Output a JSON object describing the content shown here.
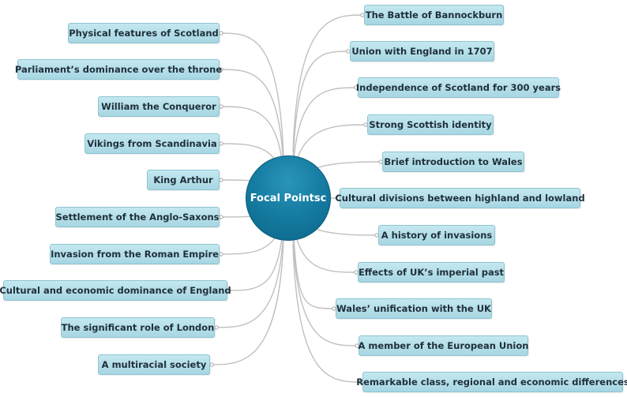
{
  "center": {
    "label": "Focal Pointsc"
  },
  "left_topics": [
    {
      "label": "Physical features of Scotland"
    },
    {
      "label": "Parliament’s dominance over the throne"
    },
    {
      "label": "William the Conqueror"
    },
    {
      "label": "Vikings from Scandinavia"
    },
    {
      "label": "King Arthur"
    },
    {
      "label": "Settlement of the Anglo-Saxons"
    },
    {
      "label": "Invasion from the Roman Empire"
    },
    {
      "label": "Cultural and economic dominance of England"
    },
    {
      "label": "The significant role of London"
    },
    {
      "label": "A multiracial society"
    }
  ],
  "right_topics": [
    {
      "label": "The Battle of Bannockburn"
    },
    {
      "label": "Union with England in 1707"
    },
    {
      "label": "Independence of Scotland for 300 years"
    },
    {
      "label": "Strong Scottish identity"
    },
    {
      "label": "Brief introduction to Wales"
    },
    {
      "label": "Cultural divisions between highland and lowland"
    },
    {
      "label": "A history of invasions"
    },
    {
      "label": "Effects of UK’s imperial past"
    },
    {
      "label": "Wales’ unification with the UK"
    },
    {
      "label": "A member of the European Union"
    },
    {
      "label": "Remarkable class, regional and economic differences"
    }
  ],
  "colors": {
    "node_fill": "#b2dde7",
    "node_border": "#8ec4d2",
    "center_fill": "#167da3",
    "connector": "#c0c0c0"
  }
}
